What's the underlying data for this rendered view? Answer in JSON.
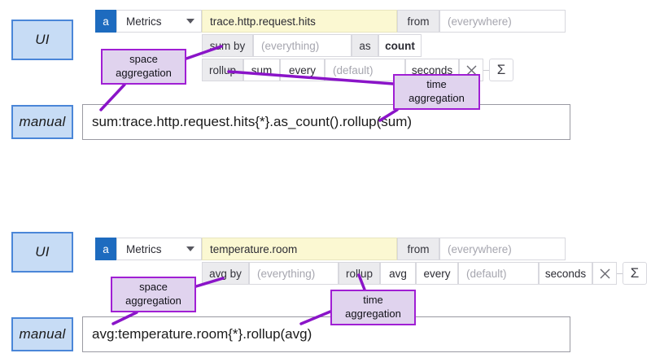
{
  "sections": [
    {
      "role_label": "UI",
      "manual_label": "manual",
      "source_badge": "a",
      "source_type": "Metrics",
      "metric_name": "trace.http.request.hits",
      "from_label": "from",
      "from_value": "(everywhere)",
      "space_agg_label": "sum by",
      "group_by_value": "(everything)",
      "as_label": "as",
      "as_value": "count",
      "rollup_label": "rollup",
      "rollup_method": "sum",
      "every_label": "every",
      "every_value": "(default)",
      "unit_label": "seconds",
      "close_icon": "close-icon",
      "sigma_icon": "Σ",
      "caret_icon": "chevron-down-icon",
      "manual_query": "sum:trace.http.request.hits{*}.as_count().rollup(sum)",
      "annotations": [
        {
          "line1": "space",
          "line2": "aggregation"
        },
        {
          "line1": "time",
          "line2": "aggregation"
        }
      ]
    },
    {
      "role_label": "UI",
      "manual_label": "manual",
      "source_badge": "a",
      "source_type": "Metrics",
      "metric_name": "temperature.room",
      "from_label": "from",
      "from_value": "(everywhere)",
      "space_agg_label": "avg by",
      "group_by_value": "(everything)",
      "rollup_label": "rollup",
      "rollup_method": "avg",
      "every_label": "every",
      "every_value": "(default)",
      "unit_label": "seconds",
      "close_icon": "close-icon",
      "sigma_icon": "Σ",
      "caret_icon": "chevron-down-icon",
      "manual_query": "avg:temperature.room{*}.rollup(avg)",
      "annotations": [
        {
          "line1": "space",
          "line2": "aggregation"
        },
        {
          "line1": "time",
          "line2": "aggregation"
        }
      ]
    }
  ],
  "colors": {
    "badge_blue": "#1d6bbf",
    "role_box_fill": "#c7dcf5",
    "role_box_border": "#4a86d8",
    "metric_yellow": "#fbf8d2",
    "chip_gray": "#ebebee",
    "callout_fill": "#e0d3ee",
    "callout_border": "#a01fd4",
    "connector_purple": "#8a14c8"
  }
}
